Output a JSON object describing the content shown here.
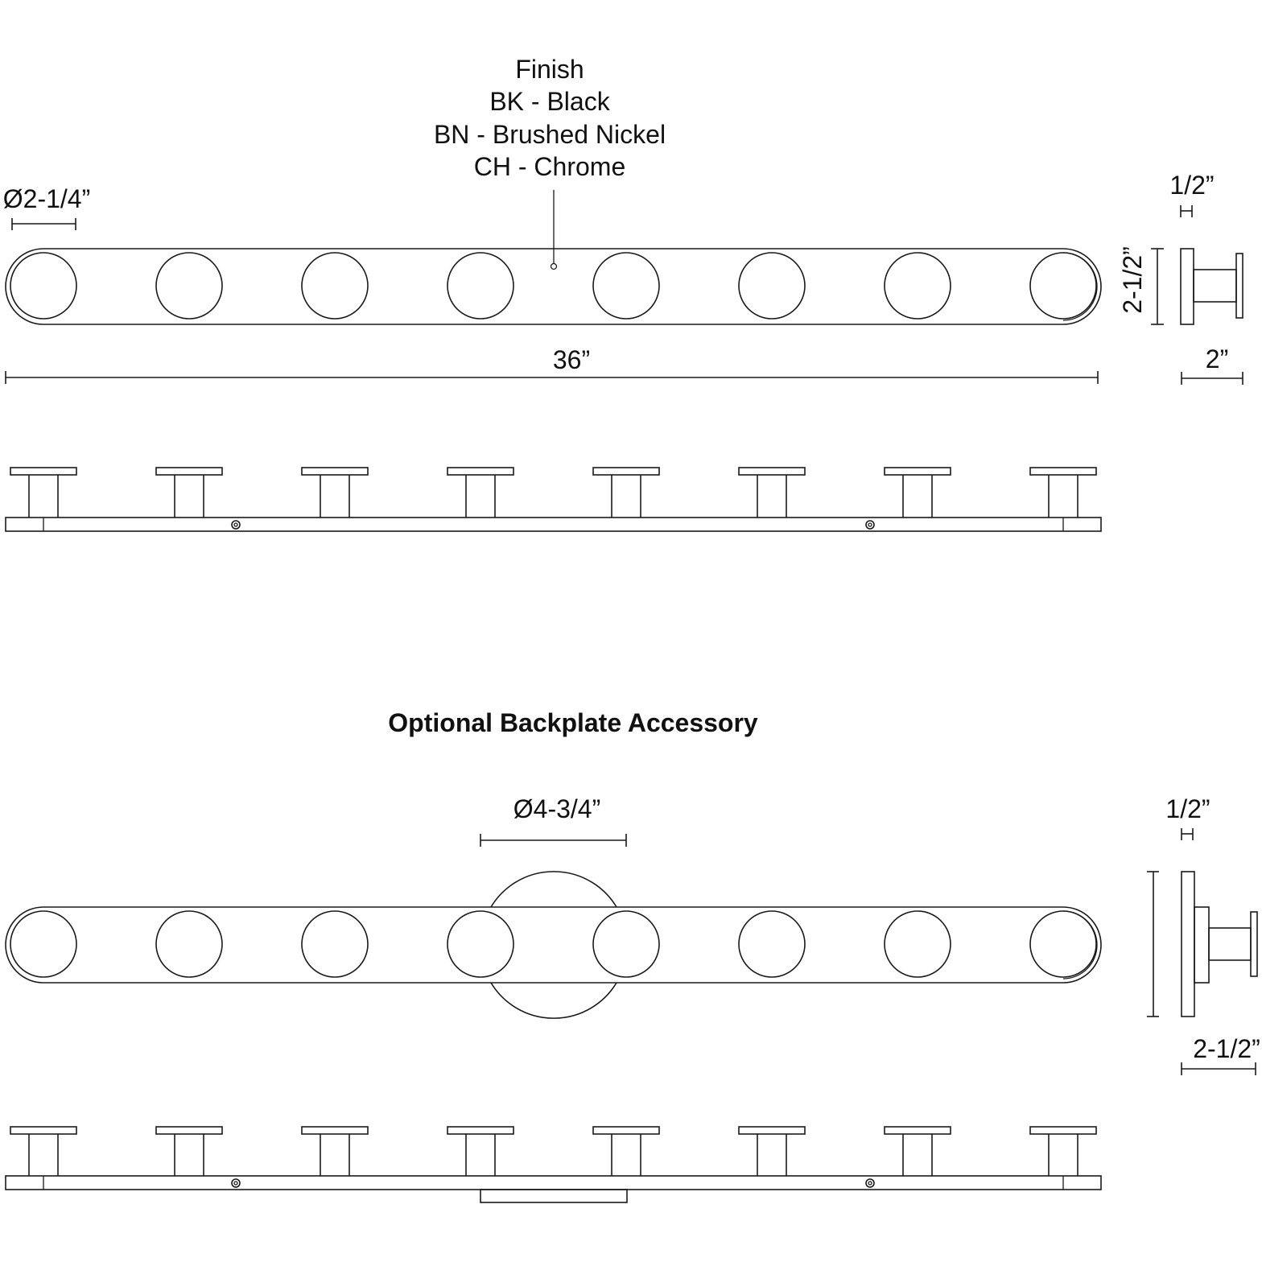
{
  "finish": {
    "heading": "Finish",
    "options": [
      "BK - Black",
      "BN - Brushed Nickel",
      "CH - Chrome"
    ]
  },
  "top_view": {
    "hook_diameter": "Ø2-1/4”",
    "overall_length": "36”",
    "hook_count": 8
  },
  "side_view": {
    "knob_depth": "1/2”",
    "height": "2-1/2”",
    "projection": "2”"
  },
  "backplate": {
    "title": "Optional Backplate Accessory",
    "diameter": "Ø4-3/4”",
    "knob_depth": "1/2”",
    "projection": "2-1/2”"
  }
}
